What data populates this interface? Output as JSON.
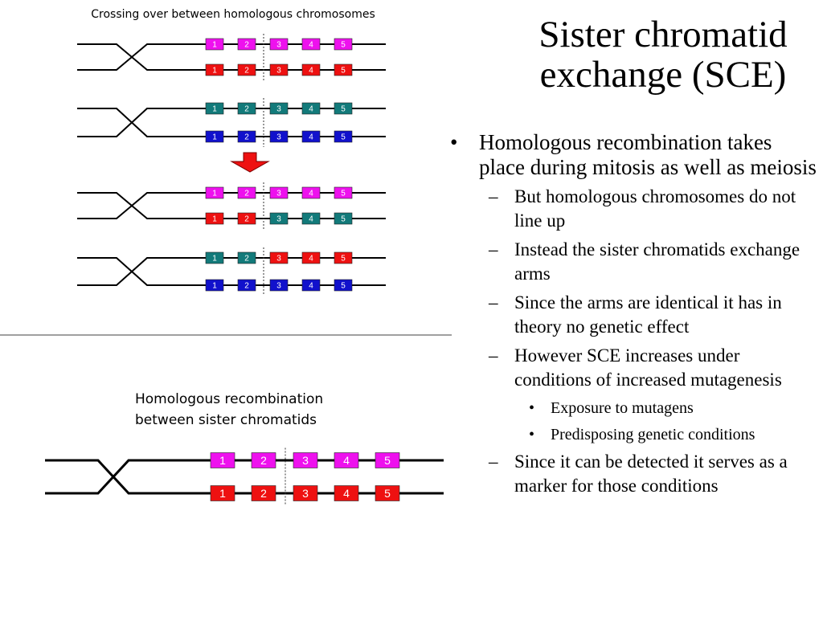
{
  "diagram": {
    "top_caption": "Crossing over between homologous chromosomes",
    "bottom_caption_line1": "Homologous recombination",
    "bottom_caption_line2": "between sister chromatids",
    "colors": {
      "magenta": "#ee11ee",
      "red": "#ee1111",
      "teal": "#127a7a",
      "blue": "#1111cc",
      "arrow": "#ee1111",
      "line": "#000000",
      "divider": "#808080"
    },
    "top_before": {
      "chromatid_1": {
        "labels": [
          "1",
          "2",
          "3",
          "4",
          "5"
        ],
        "colors": [
          "magenta",
          "magenta",
          "magenta",
          "magenta",
          "magenta"
        ]
      },
      "chromatid_2": {
        "labels": [
          "1",
          "2",
          "3",
          "4",
          "5"
        ],
        "colors": [
          "red",
          "red",
          "red",
          "red",
          "red"
        ]
      },
      "chromatid_3": {
        "labels": [
          "1",
          "2",
          "3",
          "4",
          "5"
        ],
        "colors": [
          "teal",
          "teal",
          "teal",
          "teal",
          "teal"
        ]
      },
      "chromatid_4": {
        "labels": [
          "1",
          "2",
          "3",
          "4",
          "5"
        ],
        "colors": [
          "blue",
          "blue",
          "blue",
          "blue",
          "blue"
        ]
      }
    },
    "top_after": {
      "chromatid_1": {
        "labels": [
          "1",
          "2",
          "3",
          "4",
          "5"
        ],
        "colors": [
          "magenta",
          "magenta",
          "magenta",
          "magenta",
          "magenta"
        ]
      },
      "chromatid_2": {
        "labels": [
          "1",
          "2",
          "3",
          "4",
          "5"
        ],
        "colors": [
          "red",
          "red",
          "teal",
          "teal",
          "teal"
        ]
      },
      "chromatid_3": {
        "labels": [
          "1",
          "2",
          "3",
          "4",
          "5"
        ],
        "colors": [
          "teal",
          "teal",
          "red",
          "red",
          "red"
        ]
      },
      "chromatid_4": {
        "labels": [
          "1",
          "2",
          "3",
          "4",
          "5"
        ],
        "colors": [
          "blue",
          "blue",
          "blue",
          "blue",
          "blue"
        ]
      }
    },
    "bottom": {
      "chromatid_1": {
        "labels": [
          "1",
          "2",
          "3",
          "4",
          "5"
        ],
        "colors": [
          "magenta",
          "magenta",
          "magenta",
          "magenta",
          "magenta"
        ]
      },
      "chromatid_2": {
        "labels": [
          "1",
          "2",
          "3",
          "4",
          "5"
        ],
        "colors": [
          "red",
          "red",
          "red",
          "red",
          "red"
        ]
      }
    }
  },
  "slide": {
    "title_line1": "Sister chromatid",
    "title_line2": "exchange (SCE)",
    "bullet_marker": "•",
    "dash_marker": "–",
    "bullets": [
      {
        "level": 1,
        "text": "Homologous recombination takes place during mitosis as well as meiosis"
      },
      {
        "level": 2,
        "text": "But homologous chromosomes do not line up"
      },
      {
        "level": 2,
        "text": "Instead the sister chromatids exchange arms"
      },
      {
        "level": 2,
        "text": "Since the arms are identical it has in theory no genetic effect"
      },
      {
        "level": 2,
        "text": "However SCE increases under conditions of increased mutagenesis"
      },
      {
        "level": 3,
        "text": "Exposure to mutagens"
      },
      {
        "level": 3,
        "text": "Predisposing genetic conditions"
      },
      {
        "level": 2,
        "text": "Since it can be detected it serves as a marker for those conditions"
      }
    ]
  }
}
